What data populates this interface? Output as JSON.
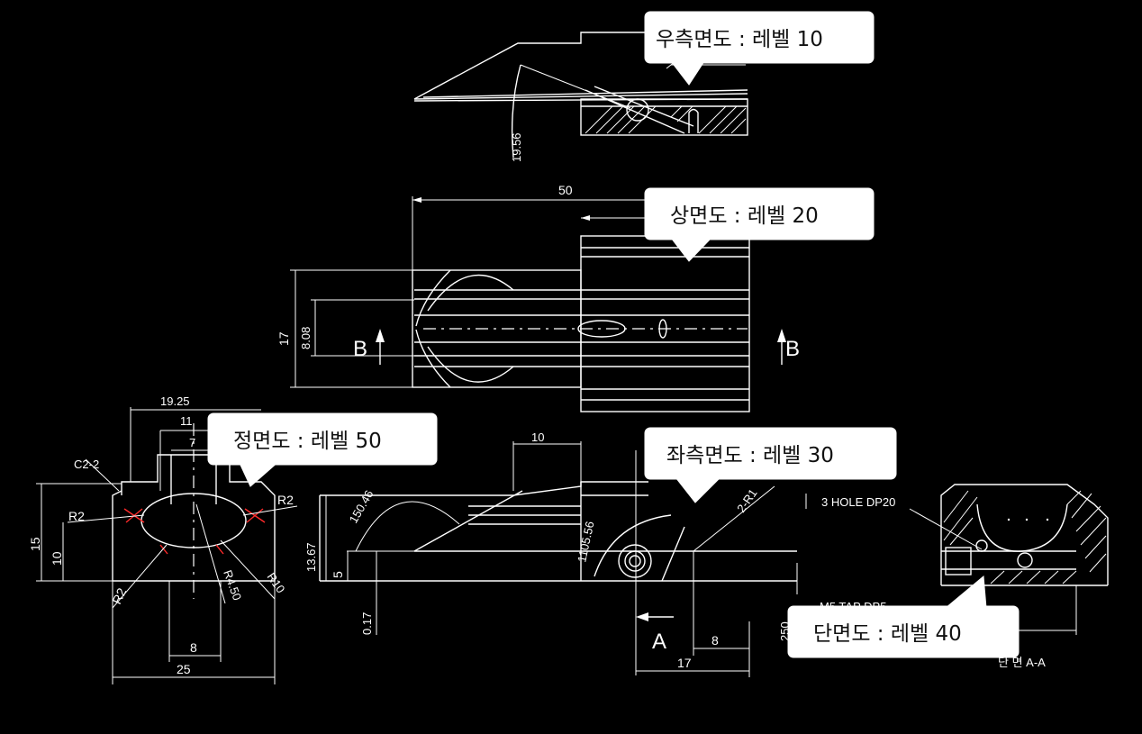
{
  "callouts": {
    "right_side": "우측면도 : 레벨 10",
    "top": "상면도 : 레벨 20",
    "front": "정면도 : 레벨 50",
    "left_side": "좌측면도 : 레벨 30",
    "section": "단면도 : 레벨 40"
  },
  "right_side_view": {
    "dim_angle": "19.56"
  },
  "top_view": {
    "dim_width": "50",
    "dim_height": "17",
    "dim_inner": "8.08",
    "section_mark": "B"
  },
  "front_view": {
    "dim_top": "19.25",
    "dim_11": "11",
    "dim_7": "7",
    "chamfer": "C2-2",
    "r2_left": "R2",
    "r2_right": "R2",
    "r2_bottom": "R2",
    "r450": "R4.50",
    "r10": "R10",
    "dim_15": "15",
    "dim_10": "10",
    "dim_8": "8",
    "dim_25": "25"
  },
  "left_side_view": {
    "dim_10": "10",
    "dim_angle": "150.46",
    "dim_1367": "13.67",
    "dim_5": "5",
    "dim_017": "0.17",
    "dim_1105": "1105.56",
    "dim_r": "2-R1",
    "section_mark": "A",
    "dim_8": "8",
    "dim_17": "17"
  },
  "section_view": {
    "note": "3 HOLE DP20",
    "tap_note": "M5 TAP DP5",
    "dim_partial": "250",
    "label": "단 면 A-A"
  }
}
